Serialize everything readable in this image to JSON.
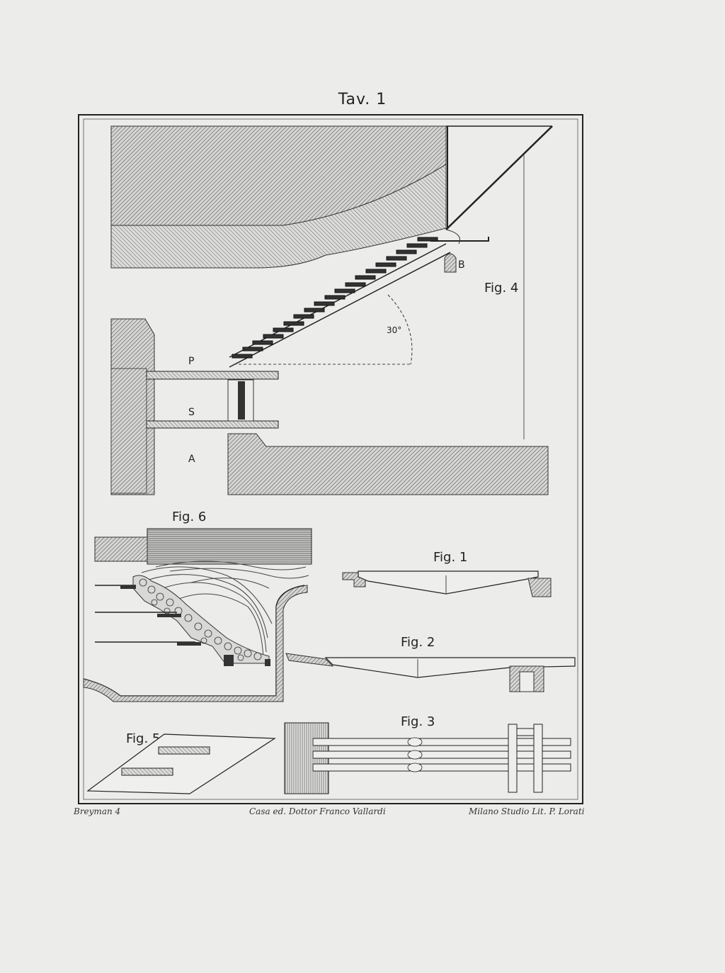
{
  "plate": {
    "title": "Tav. 1",
    "credits": {
      "engraver": "Breyman 4",
      "publisher": "Casa ed. Dottor Franco Vallardi",
      "printer": "Milano Studio Lit. P. Lorati"
    }
  },
  "figures": {
    "fig4": {
      "label": "Fig. 4",
      "angle": "30°",
      "letters": {
        "p": "P",
        "s": "S",
        "a": "A",
        "b": "B"
      }
    },
    "fig6": {
      "label": "Fig. 6"
    },
    "fig1": {
      "label": "Fig. 1"
    },
    "fig2": {
      "label": "Fig. 2"
    },
    "fig3": {
      "label": "Fig. 3"
    },
    "fig5": {
      "label": "Fig. 5"
    }
  }
}
